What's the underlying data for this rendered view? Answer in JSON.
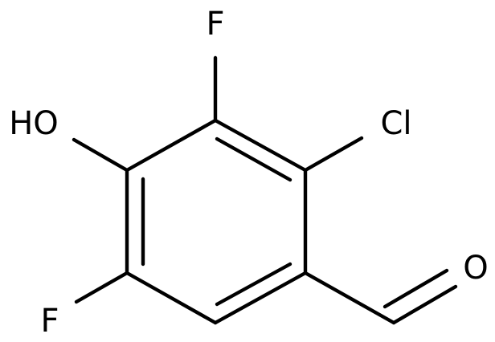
{
  "structure": {
    "atoms": {
      "fluorine_top": "F",
      "hydroxyl": "HO",
      "chlorine": "Cl",
      "fluorine_bottom": "F",
      "aldehyde_oxygen": "O"
    },
    "line_color": "#000000",
    "background": "#ffffff"
  }
}
